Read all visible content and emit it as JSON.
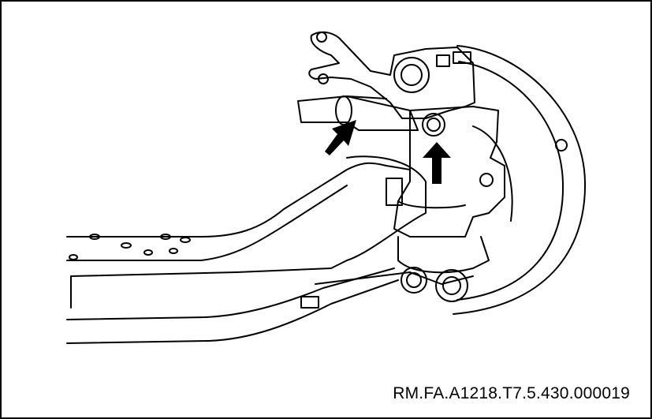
{
  "figure": {
    "reference_code": "RM.FA.A1218.T7.5.430.000019",
    "colors": {
      "line": "#000000",
      "background": "#ffffff"
    },
    "arrows": [
      {
        "name": "arrow-left",
        "points_to": "bracket bolt"
      },
      {
        "name": "arrow-right",
        "points_to": "nut"
      }
    ]
  }
}
